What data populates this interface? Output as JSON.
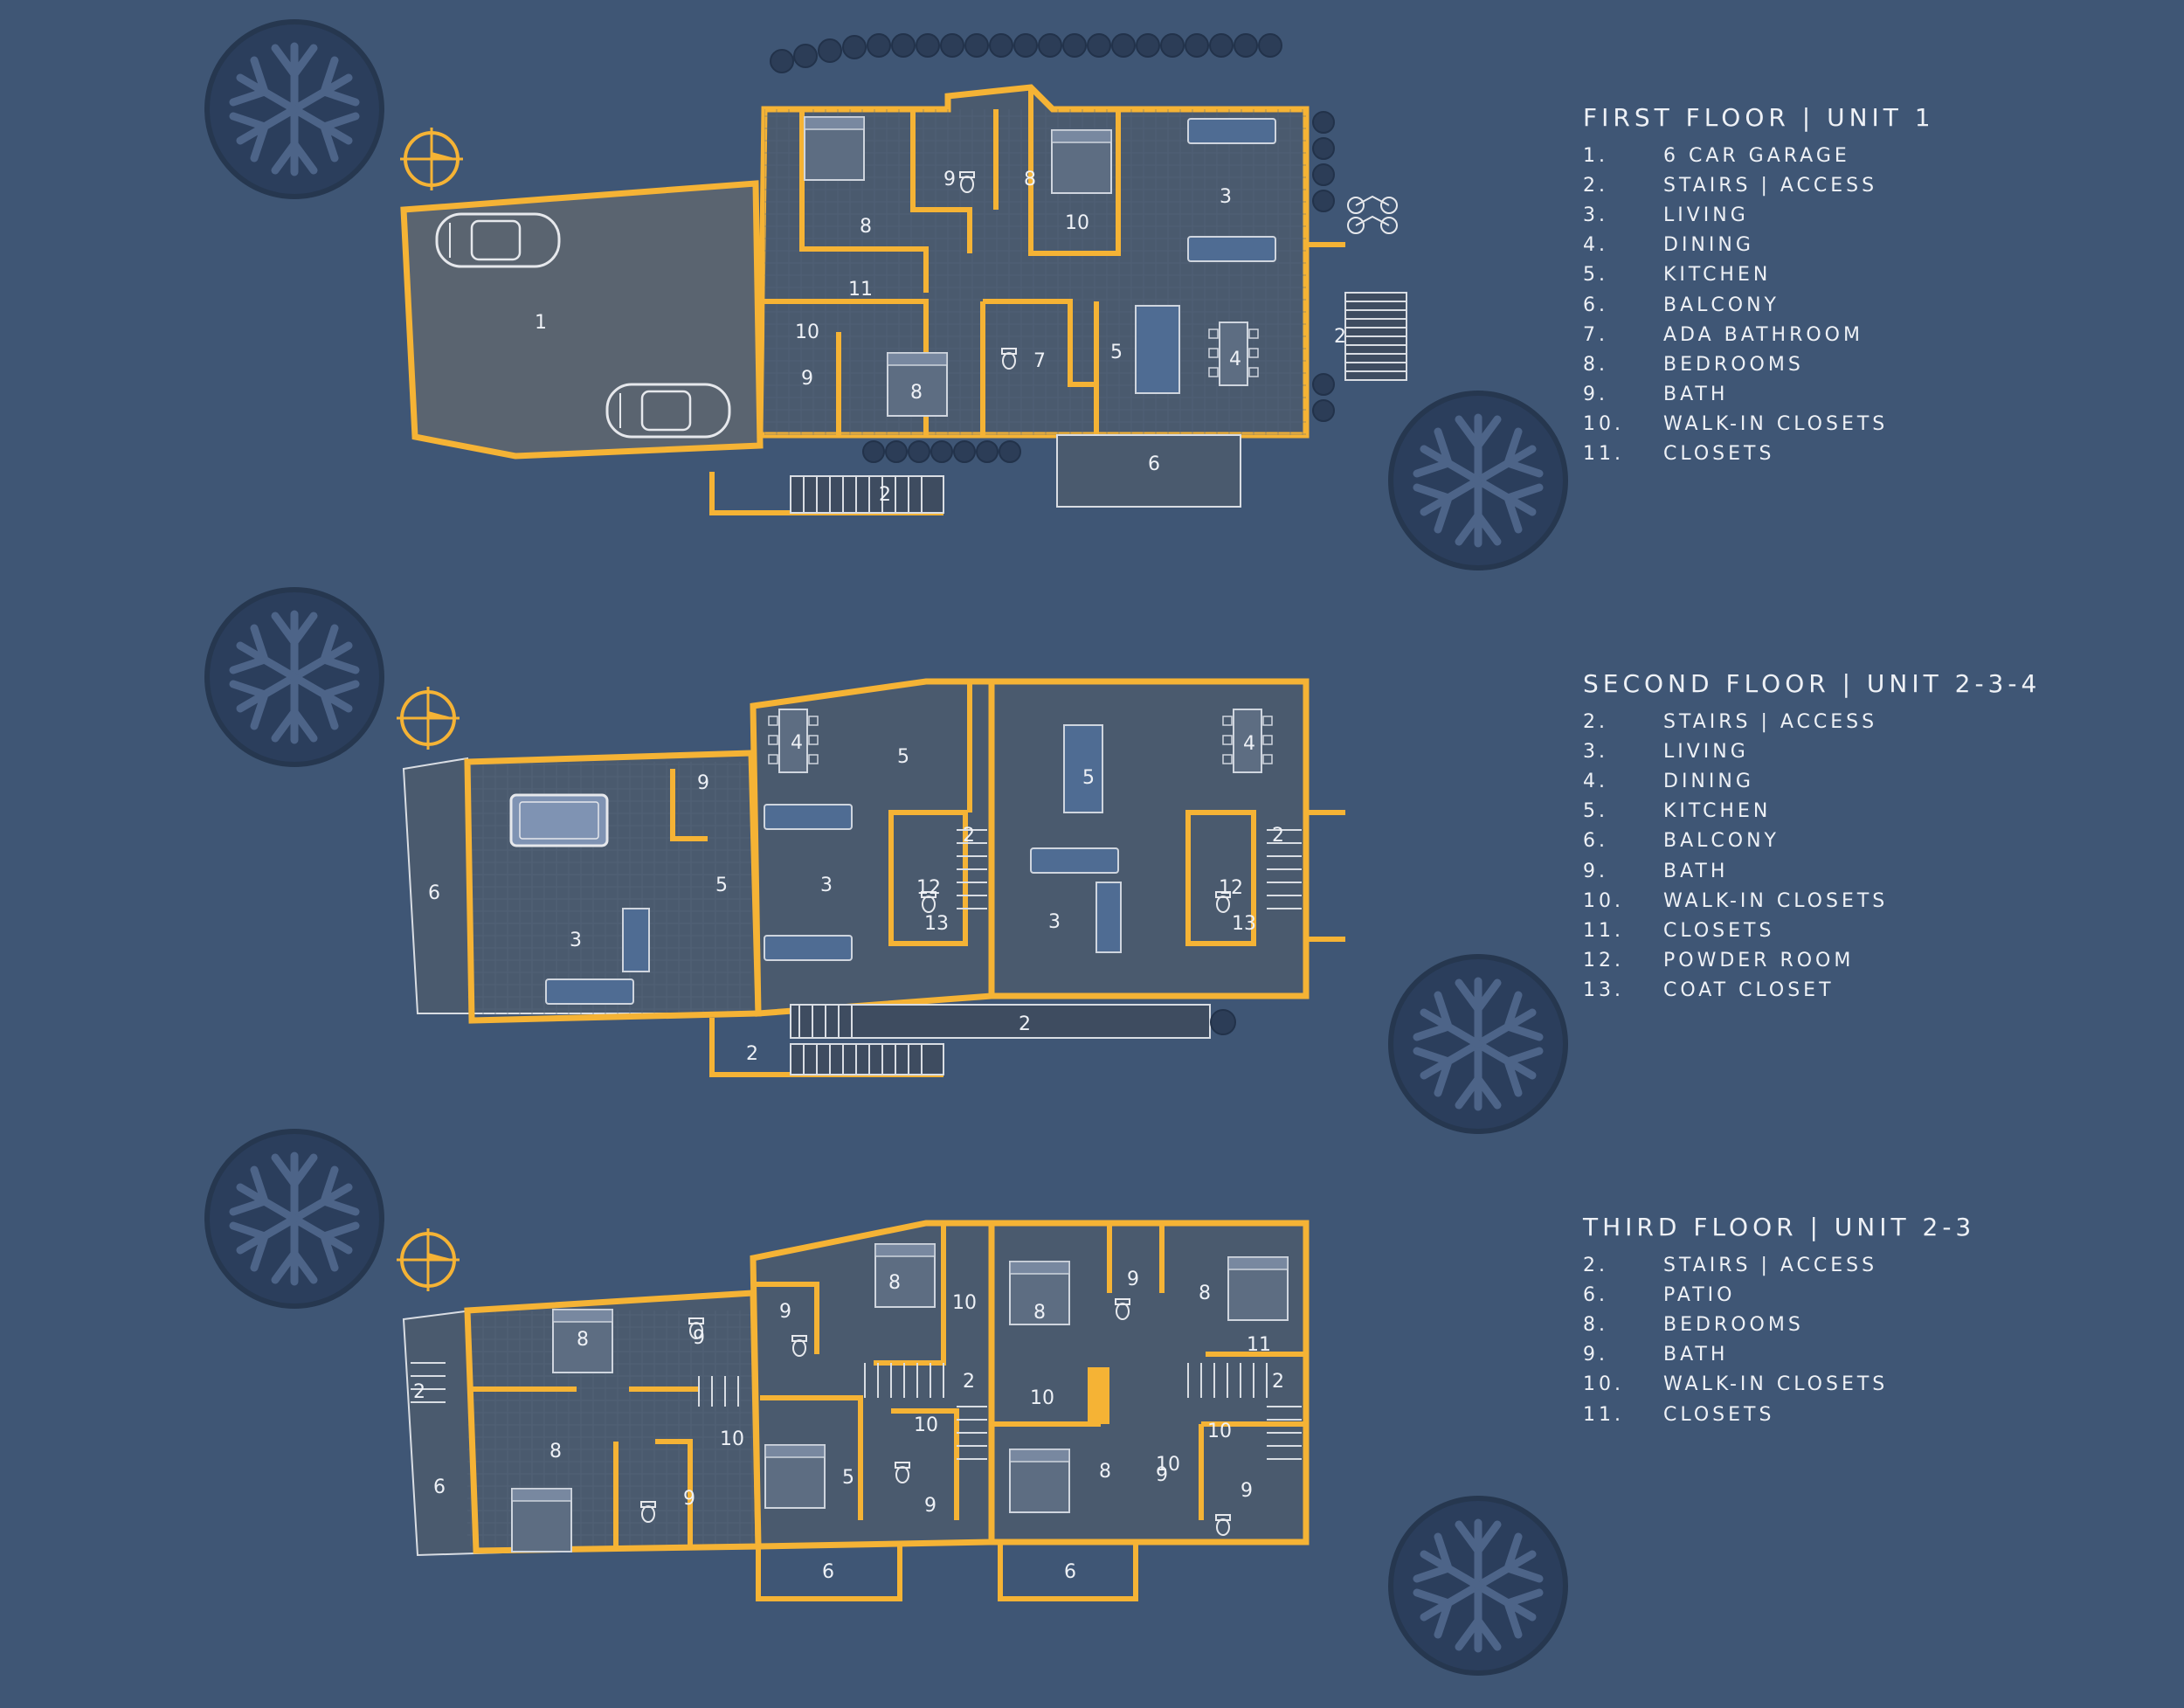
{
  "colors": {
    "background": "#3f5675",
    "room_fill": "#4a5a6e",
    "garage_fill": "#5a6470",
    "wall": "#f5b335",
    "line": "#d9dde3",
    "text": "#eef1f6",
    "tree_fill": "#2b3e5c",
    "tree_branch": "#4d6488",
    "hedge": "#2c3d57",
    "north_arrow": "#f5b335"
  },
  "icons": [
    "tree-icon",
    "north-arrow-icon",
    "car-icon",
    "bicycle-icon",
    "bed-icon",
    "sofa-icon",
    "dining-table-icon",
    "toilet-icon",
    "pool-table-icon",
    "stairs-icon"
  ],
  "floors": [
    {
      "title": "FIRST FLOOR | UNIT 1",
      "legend": [
        {
          "num": "1.",
          "label": "6 CAR GARAGE"
        },
        {
          "num": "2.",
          "label": "STAIRS  | ACCESS"
        },
        {
          "num": "3.",
          "label": "LIVING"
        },
        {
          "num": "4.",
          "label": "DINING"
        },
        {
          "num": "5.",
          "label": "KITCHEN"
        },
        {
          "num": "6.",
          "label": "BALCONY"
        },
        {
          "num": "7.",
          "label": "ADA BATHROOM"
        },
        {
          "num": "8.",
          "label": "BEDROOMS"
        },
        {
          "num": "9.",
          "label": "BATH"
        },
        {
          "num": "10.",
          "label": "WALK-IN CLOSETS"
        },
        {
          "num": "11.",
          "label": "CLOSETS"
        }
      ],
      "room_labels": [
        "1",
        "2",
        "2",
        "3",
        "4",
        "5",
        "6",
        "7",
        "8",
        "8",
        "8",
        "9",
        "9",
        "10",
        "10",
        "11"
      ]
    },
    {
      "title": "SECOND FLOOR | UNIT 2-3-4",
      "legend": [
        {
          "num": "2.",
          "label": "STAIRS  | ACCESS"
        },
        {
          "num": "3.",
          "label": "LIVING"
        },
        {
          "num": "4.",
          "label": "DINING"
        },
        {
          "num": "5.",
          "label": "KITCHEN"
        },
        {
          "num": "6.",
          "label": "BALCONY"
        },
        {
          "num": "9.",
          "label": "BATH"
        },
        {
          "num": "10.",
          "label": "WALK-IN CLOSETS"
        },
        {
          "num": "11.",
          "label": "CLOSETS"
        },
        {
          "num": "12.",
          "label": "POWDER ROOM"
        },
        {
          "num": "13.",
          "label": "COAT CLOSET"
        }
      ],
      "room_labels": [
        "2",
        "2",
        "2",
        "2",
        "3",
        "3",
        "3",
        "4",
        "4",
        "5",
        "5",
        "5",
        "6",
        "9",
        "12",
        "12",
        "13",
        "13"
      ]
    },
    {
      "title": "THIRD FLOOR | UNIT 2-3",
      "legend": [
        {
          "num": "2.",
          "label": "STAIRS  | ACCESS"
        },
        {
          "num": "6.",
          "label": "PATIO"
        },
        {
          "num": "8.",
          "label": "BEDROOMS"
        },
        {
          "num": "9.",
          "label": "BATH"
        },
        {
          "num": "10.",
          "label": "WALK-IN CLOSETS"
        },
        {
          "num": "11.",
          "label": "CLOSETS"
        }
      ],
      "room_labels": [
        "2",
        "2",
        "2",
        "5",
        "6",
        "6",
        "6",
        "8",
        "8",
        "8",
        "8",
        "8",
        "8",
        "9",
        "9",
        "9",
        "9",
        "9",
        "9",
        "9",
        "10",
        "10",
        "10",
        "10",
        "10",
        "10",
        "11"
      ]
    }
  ]
}
